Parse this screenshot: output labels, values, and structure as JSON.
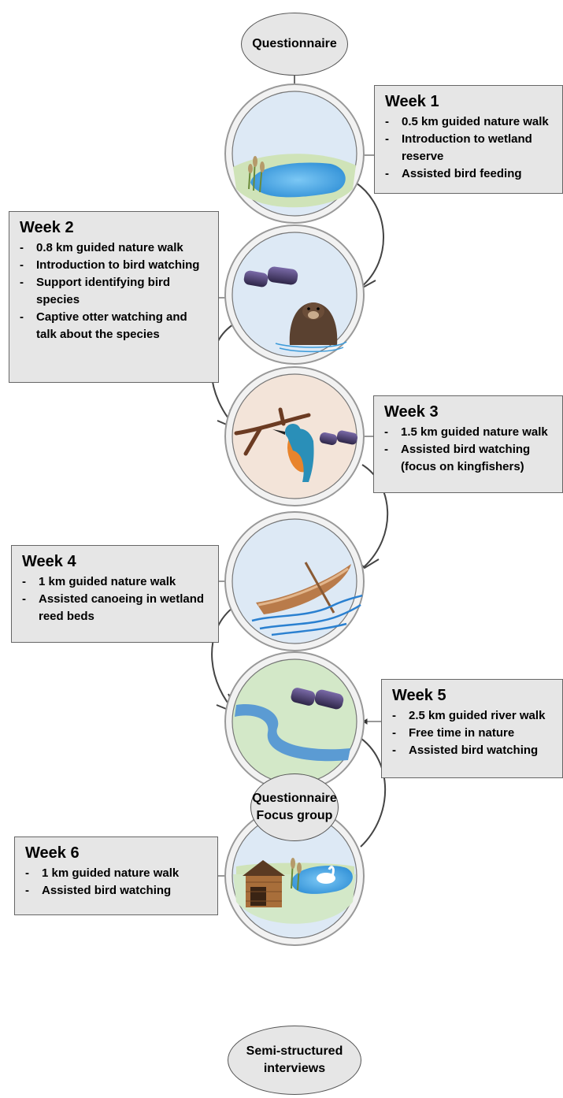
{
  "start": {
    "line1": "Questionnaire"
  },
  "weeks": [
    {
      "title": "Week 1",
      "items": [
        "0.5 km guided nature walk",
        "Introduction to wetland reserve",
        "Assisted bird feeding"
      ]
    },
    {
      "title": "Week 2",
      "items": [
        "0.8 km guided nature walk",
        "Introduction to bird watching",
        "Support identifying bird species",
        "Captive otter watching and talk about the species"
      ]
    },
    {
      "title": "Week 3",
      "items": [
        "1.5 km guided nature walk",
        "Assisted bird watching (focus on kingfishers)"
      ]
    },
    {
      "title": "Week 4",
      "items": [
        "1 km guided nature walk",
        "Assisted canoeing in wetland reed beds"
      ]
    },
    {
      "title": "Week 5",
      "items": [
        "2.5 km guided river walk",
        "Free time in nature",
        "Assisted bird watching"
      ]
    },
    {
      "title": "Week 6",
      "items": [
        "1 km guided nature walk",
        "Assisted bird watching"
      ]
    }
  ],
  "after": {
    "line1": "Questionnaire",
    "line2": "Focus group"
  },
  "final": {
    "line1": "Semi-structured",
    "line2": "interviews"
  },
  "dash": "-",
  "colors": {
    "box_fill": "#e6e6e6",
    "ring": "#c9c9c9",
    "scene_blue": "#dde9f5",
    "scene_peach": "#f3e4d9",
    "scene_green": "#d3e8c8",
    "water": "#4aa6e0"
  },
  "icons": [
    "reeds-pond-icon",
    "binoculars-icon",
    "otter-icon",
    "kingfisher-icon",
    "canoe-icon",
    "river-icon",
    "bird-hide-icon",
    "swan-icon"
  ]
}
